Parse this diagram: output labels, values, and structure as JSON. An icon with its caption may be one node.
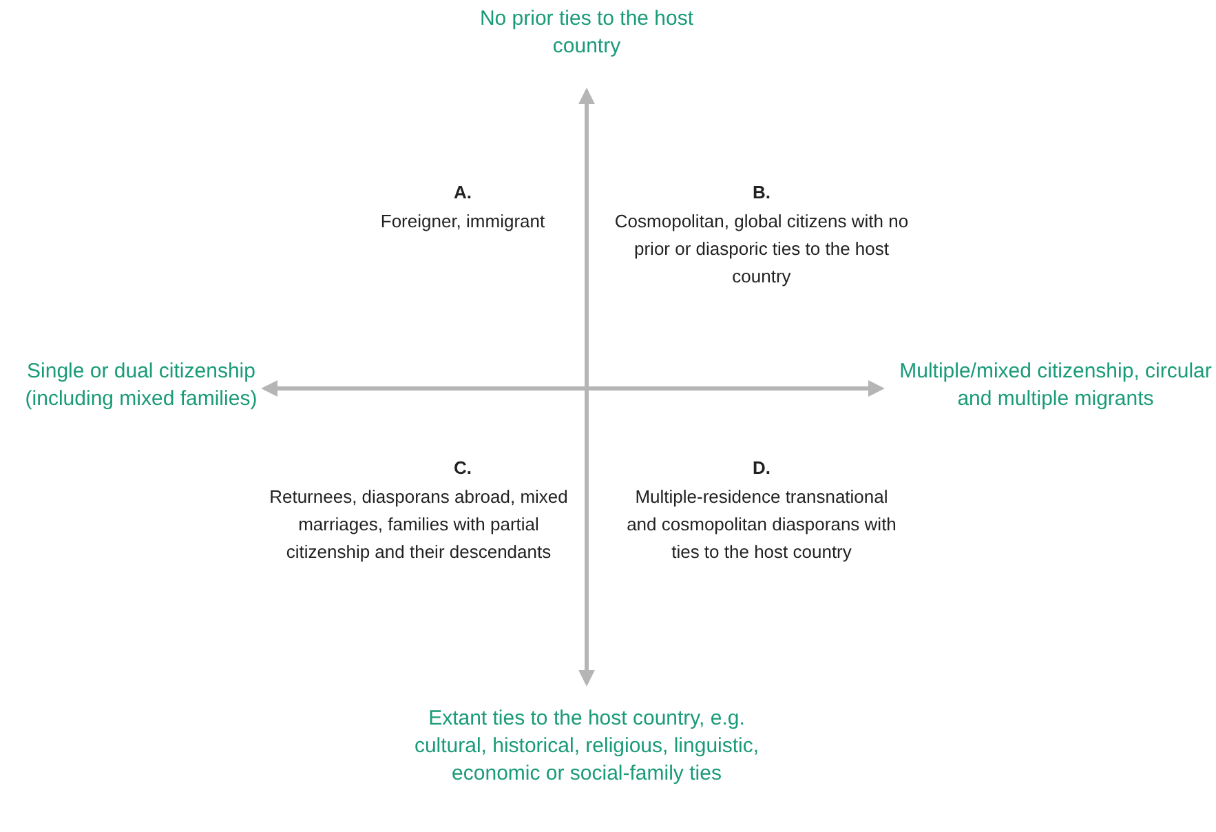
{
  "diagram": {
    "labels": [
      "No prior ties to the host country",
      "A.",
      "Foreigner, immigrant",
      "B.",
      "Cosmopolitan, global citizens with no prior or diasporic ties to the host country",
      "Single or dual citizenship (including mixed families)",
      "Multiple/mixed citizenship, circular and multiple migrants",
      "C.",
      "Returnees, diasporans abroad, mixed marriages, families with partial citizenship and their descendants",
      "D.",
      "Multiple-residence transnational and cosmopolitan diasporans with ties to the host country",
      "Extant ties to the host country, e.g. cultural, historical, religious, linguistic, economic or social-family ties"
    ]
  }
}
